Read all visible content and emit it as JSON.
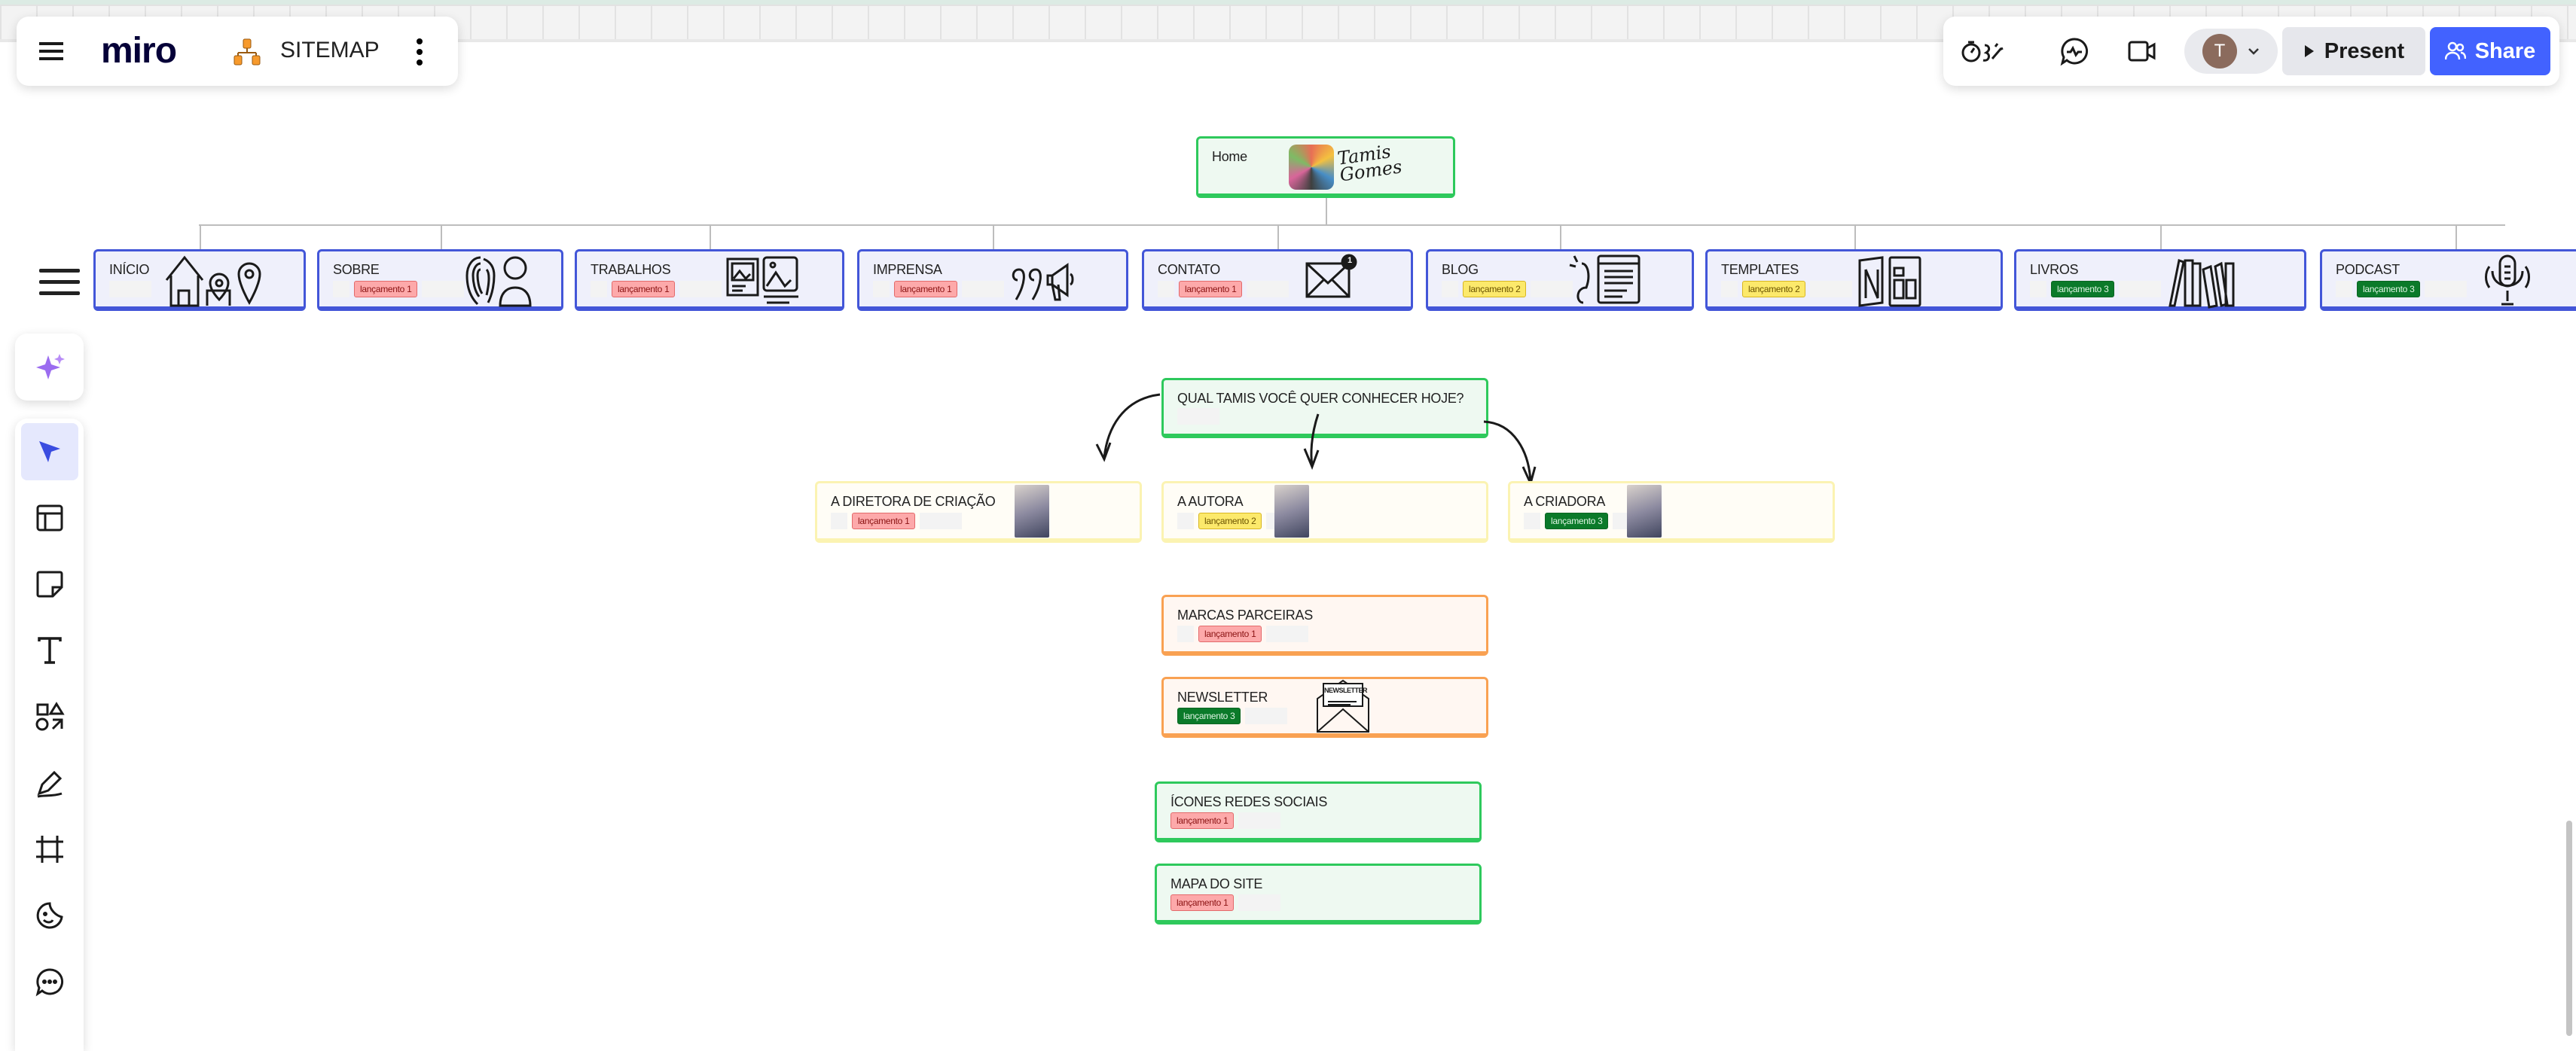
{
  "app": {
    "logo": "miro",
    "board_name": "SITEMAP"
  },
  "toolbar_right": {
    "avatar_initial": "T",
    "present_label": "Present",
    "share_label": "Share"
  },
  "colors": {
    "accent": "#4262ff",
    "nav_border": "#4356d8",
    "green": "#2ec95c",
    "yellow": "#fbf3b2",
    "orange": "#f9a152"
  },
  "home": {
    "label": "Home",
    "signature": "Tamis Gomes"
  },
  "nav_cards": [
    {
      "label": "INÍCIO",
      "badge": null
    },
    {
      "label": "SOBRE",
      "badge": "lançamento 1"
    },
    {
      "label": "TRABALHOS",
      "badge": "lançamento 1"
    },
    {
      "label": "IMPRENSA",
      "badge": "lançamento 1"
    },
    {
      "label": "CONTATO",
      "badge": "lançamento 1",
      "notification": "1"
    },
    {
      "label": "BLOG",
      "badge": "lançamento 2"
    },
    {
      "label": "TEMPLATES",
      "badge": "lançamento 2"
    },
    {
      "label": "LIVROS",
      "badge": "lançamento 3"
    },
    {
      "label": "PODCAST",
      "badge": "lançamento 3"
    }
  ],
  "question": {
    "label": "QUAL TAMIS VOCÊ QUER CONHECER HOJE?"
  },
  "personas": [
    {
      "label": "A DIRETORA DE CRIAÇÃO",
      "badge": "lançamento 1"
    },
    {
      "label": "A AUTORA",
      "badge": "lançamento 2"
    },
    {
      "label": "A CRIADORA",
      "badge": "lançamento 3"
    }
  ],
  "extras": [
    {
      "label": "MARCAS PARCEIRAS",
      "badge": "lançamento 1"
    },
    {
      "label": "NEWSLETTER",
      "badge": "lançamento 3",
      "image_text": "NEWSLETTER"
    },
    {
      "label": "ÍCONES REDES SOCIAIS",
      "badge": "lançamento 1"
    },
    {
      "label": "MAPA DO SITE",
      "badge": "lançamento 1"
    }
  ]
}
